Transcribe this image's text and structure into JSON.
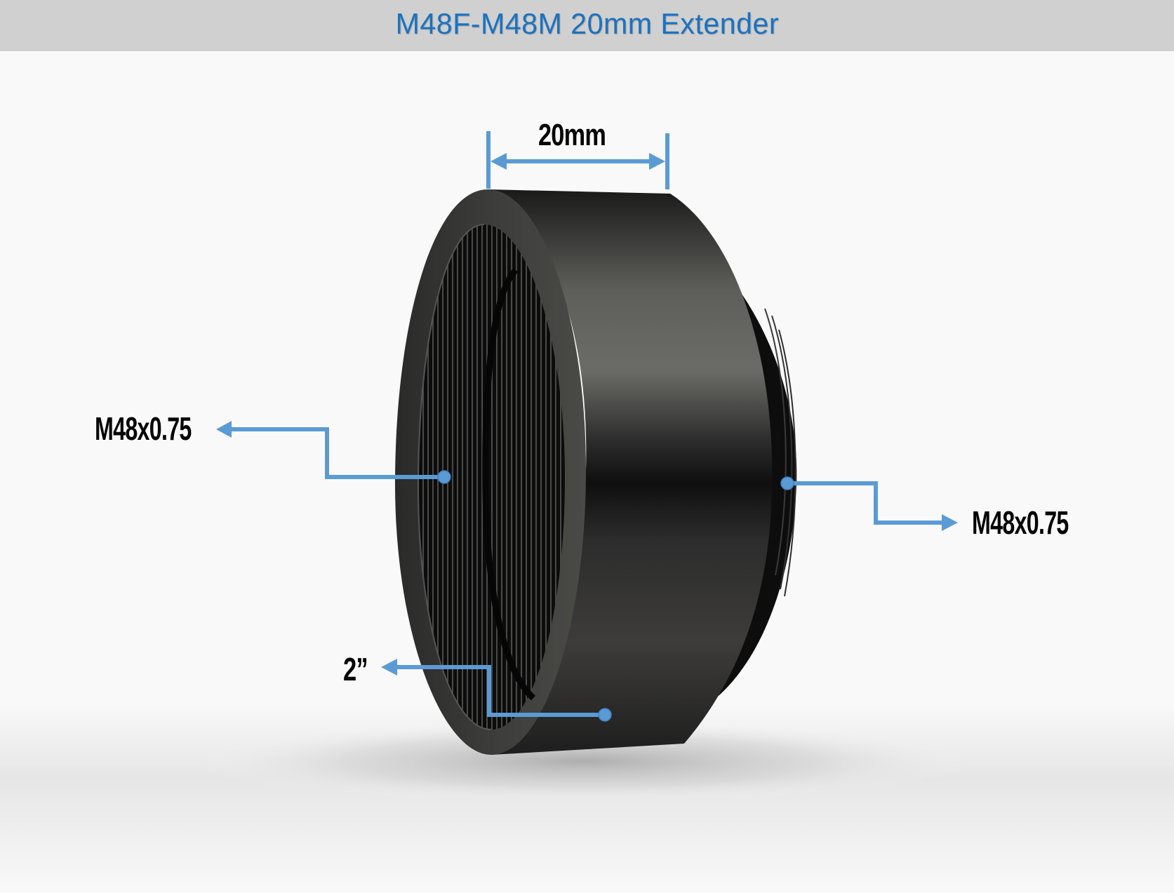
{
  "header": {
    "title": "M48F-M48M 20mm Extender",
    "title_color": "#1b72c0",
    "background": "#d0d0d0"
  },
  "product": {
    "name": "M48F-M48M 20mm Extender",
    "image": "black-anodized-extension-ring"
  },
  "annotations": {
    "length": {
      "label": "20mm",
      "type": "dimension-arrow"
    },
    "female_thread": {
      "label": "M48x0.75",
      "side": "left",
      "points_to": "inner-thread"
    },
    "male_thread": {
      "label": "M48x0.75",
      "side": "right",
      "points_to": "outer-thread"
    },
    "barrel": {
      "label": "2”",
      "side": "left-bottom",
      "points_to": "outer-barrel"
    }
  },
  "colors": {
    "callout": "#5b9bd5",
    "label_text": "#050505",
    "page_background": "#f9f9f9"
  }
}
